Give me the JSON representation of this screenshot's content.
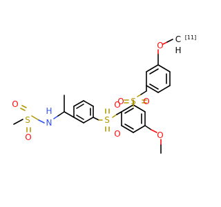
{
  "molecule": {
    "atoms": {
      "ms_o_left": "O",
      "ms_o_bottom": "O",
      "ms_s": "S",
      "nh_n": "N",
      "nh_h": "H",
      "mid_s": "S",
      "mid_o_top": "O",
      "mid_o_bottom": "O",
      "top_s": "S",
      "top_o_left": "O",
      "top_o_right": "O",
      "para_o": "O",
      "methoxy_c": "C",
      "methoxy_h": "H",
      "isotope": "11",
      "bottom_o": "O"
    }
  }
}
